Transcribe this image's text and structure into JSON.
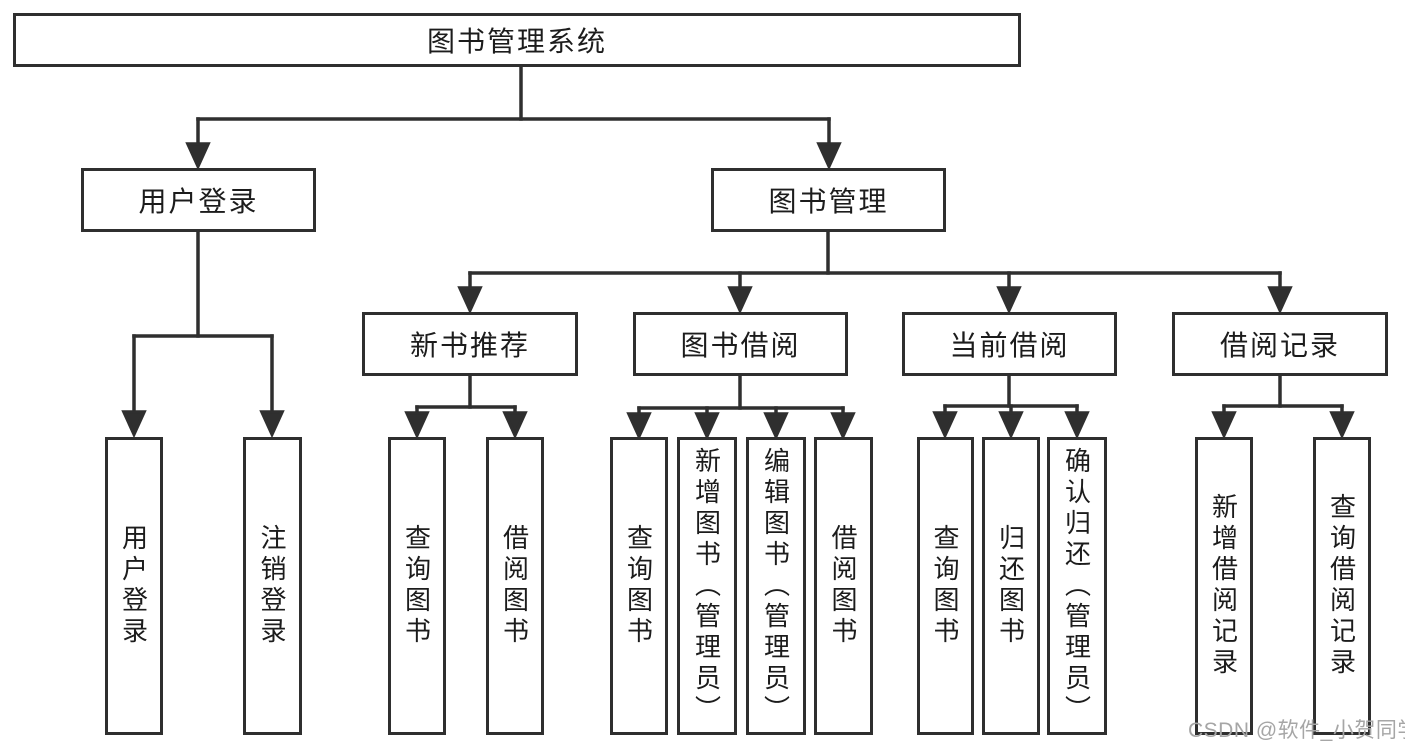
{
  "tree": {
    "root": {
      "label": "图书管理系统"
    },
    "branches": [
      {
        "label": "用户登录",
        "children": [
          {
            "label": "用户登录"
          },
          {
            "label": "注销登录"
          }
        ]
      },
      {
        "label": "图书管理",
        "children": [
          {
            "label": "新书推荐",
            "children": [
              {
                "label": "查询图书"
              },
              {
                "label": "借阅图书"
              }
            ]
          },
          {
            "label": "图书借阅",
            "children": [
              {
                "label": "查询图书"
              },
              {
                "label": "新增图书（管理员）"
              },
              {
                "label": "编辑图书（管理员）"
              },
              {
                "label": "借阅图书"
              }
            ]
          },
          {
            "label": "当前借阅",
            "children": [
              {
                "label": "查询图书"
              },
              {
                "label": "归还图书"
              },
              {
                "label": "确认归还（管理员）"
              }
            ]
          },
          {
            "label": "借阅记录",
            "children": [
              {
                "label": "新增借阅记录"
              },
              {
                "label": "查询借阅记录"
              }
            ]
          }
        ]
      }
    ]
  },
  "watermark": {
    "text": "CSDN @软件_小贺同学"
  },
  "colors": {
    "line": "#2f2f2f",
    "text": "#1c1c1c",
    "watermark": "#a6a6a6",
    "background": "#ffffff"
  }
}
